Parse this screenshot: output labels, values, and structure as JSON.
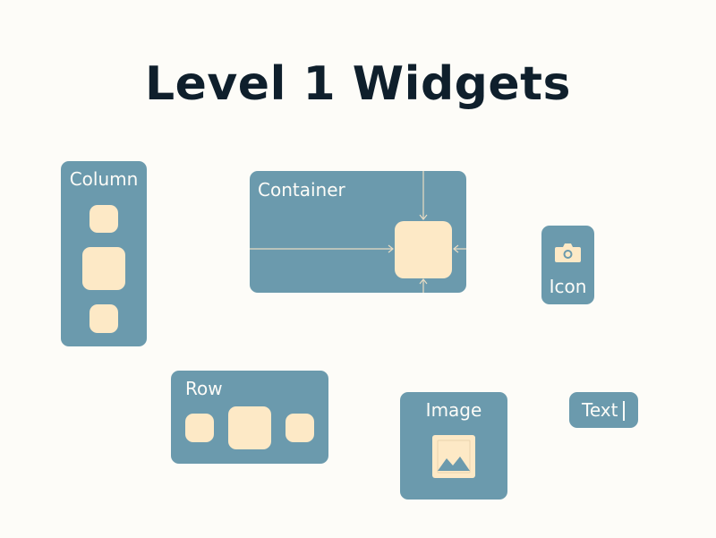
{
  "title": "Level 1 Widgets",
  "colors": {
    "background": "#fdfcf8",
    "widget": "#6b9aad",
    "child_block": "#fde9c6",
    "title_text": "#0f1f2c",
    "label_text": "#fdfcf8"
  },
  "widgets": {
    "column": {
      "label": "Column"
    },
    "container": {
      "label": "Container"
    },
    "icon": {
      "label": "Icon",
      "glyph": "camera-icon"
    },
    "row": {
      "label": "Row"
    },
    "image": {
      "label": "Image",
      "glyph": "image-icon"
    },
    "text": {
      "label": "Text"
    }
  }
}
